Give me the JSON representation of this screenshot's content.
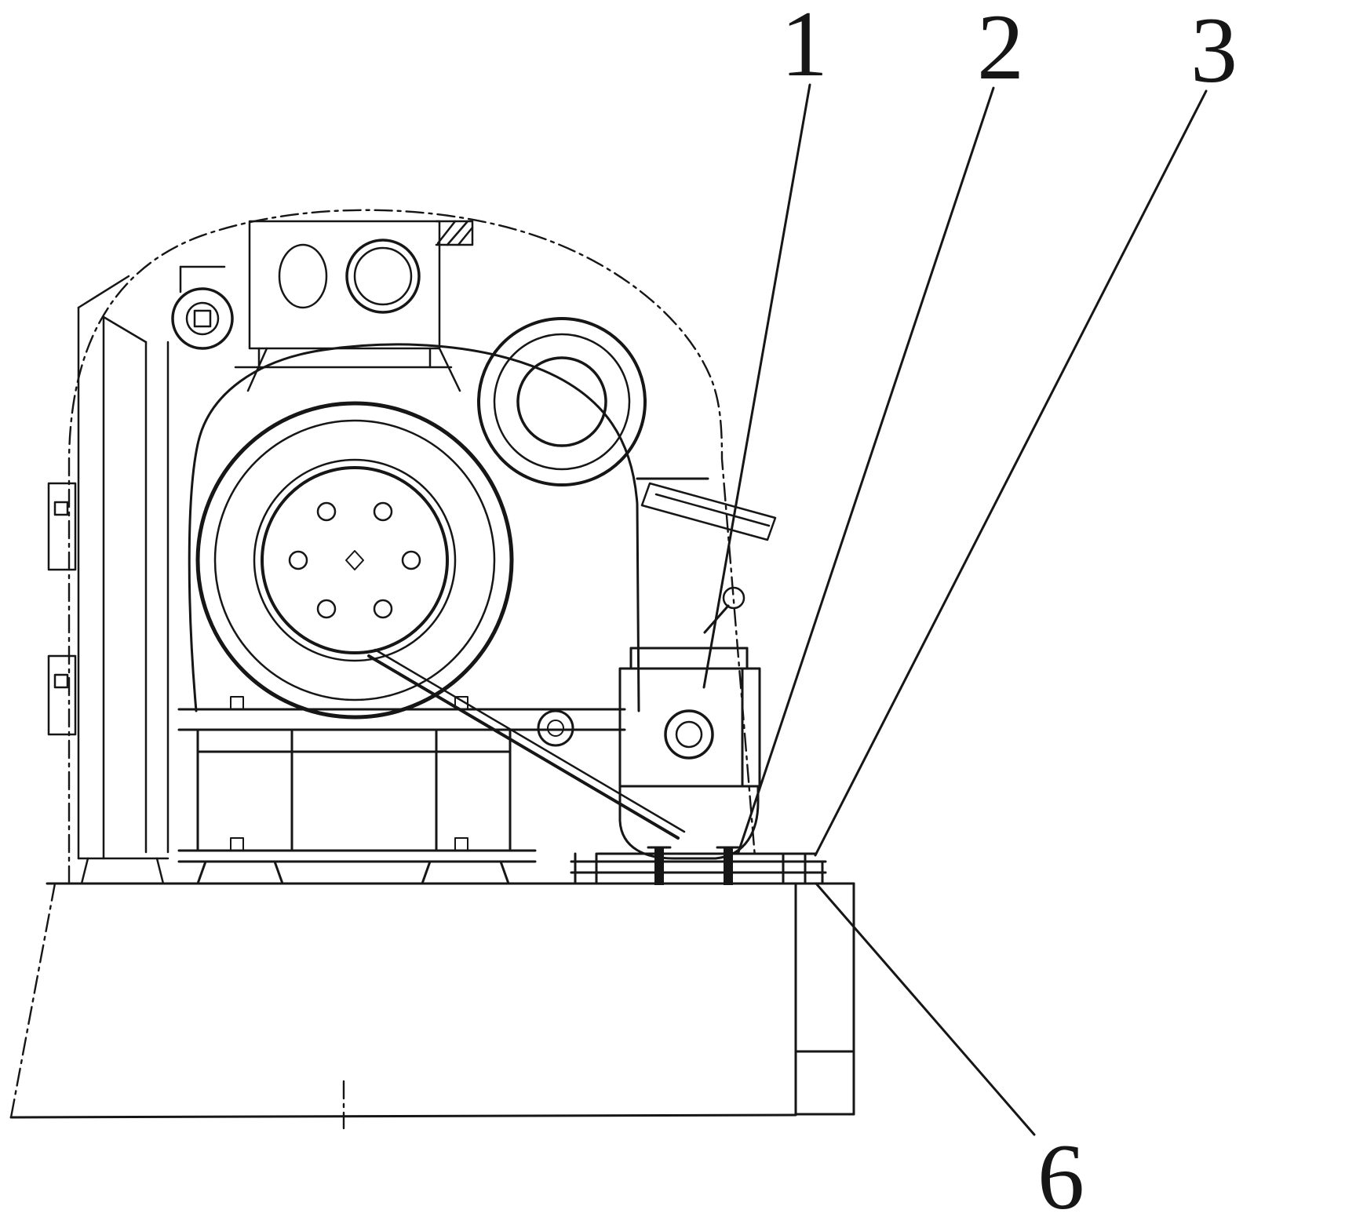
{
  "figure": {
    "type": "patent-line-drawing",
    "background": "#ffffff",
    "ink": "#161616",
    "labels": {
      "l1": "1",
      "l2": "2",
      "l3": "3",
      "l6": "6"
    }
  }
}
